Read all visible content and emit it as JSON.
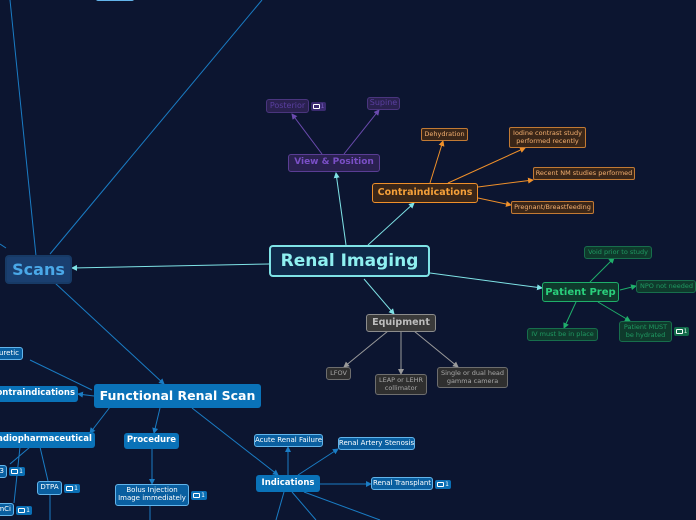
{
  "colors": {
    "background": "#0c1530",
    "central_link": "#7fe3e6",
    "blue_link": "#1a7cc4",
    "purple_link": "#6a4aae",
    "orange_link": "#f0902a",
    "green_link": "#1fae6a",
    "gray_link": "#9a9a9a"
  },
  "comment_icon": "speech-bubble-icon",
  "central": {
    "label": "Renal Imaging"
  },
  "scans": {
    "label": "Scans"
  },
  "view_position": {
    "label": "View & Position",
    "posterior": "Posterior",
    "posterior_comments": "1",
    "supine": "Supine"
  },
  "contraindications": {
    "label": "Contraindications",
    "items": [
      "Dehydration",
      "Iodine contrast study performed recently",
      "Recent NM studies performed",
      "Pregnant/Breastfeeding"
    ]
  },
  "patient_prep": {
    "label": "Patient Prep",
    "items": [
      "Void prior to study",
      "NPO not needed",
      "Patient MUST be hydrated",
      "IV must be in place"
    ],
    "hydrated_comments": "1"
  },
  "equipment": {
    "label": "Equipment",
    "items": [
      "LFOV",
      "LEAP or LEHR collimator",
      "Single or dual head gamma camera"
    ]
  },
  "functional": {
    "label": "Functional Renal Scan",
    "diuretic": "iuretic",
    "contraindications": "ontraindications",
    "radiopharmaceutical": "adiopharmaceutical",
    "rp_item_1": "3",
    "rp_item_1_comments": "1",
    "dtpa": "DTPA",
    "dtpa_comments": "1",
    "rp_item_2": "mCi",
    "rp_item_2_comments": "1",
    "procedure": "Procedure",
    "bolus": "Bolus Injection Image immediately",
    "bolus_comments": "1",
    "indications": "Indications",
    "indication_items": [
      "Acute Renal Failure",
      "Renal Artery Stenosis",
      "Renal Transplant"
    ],
    "transplant_comments": "1"
  }
}
